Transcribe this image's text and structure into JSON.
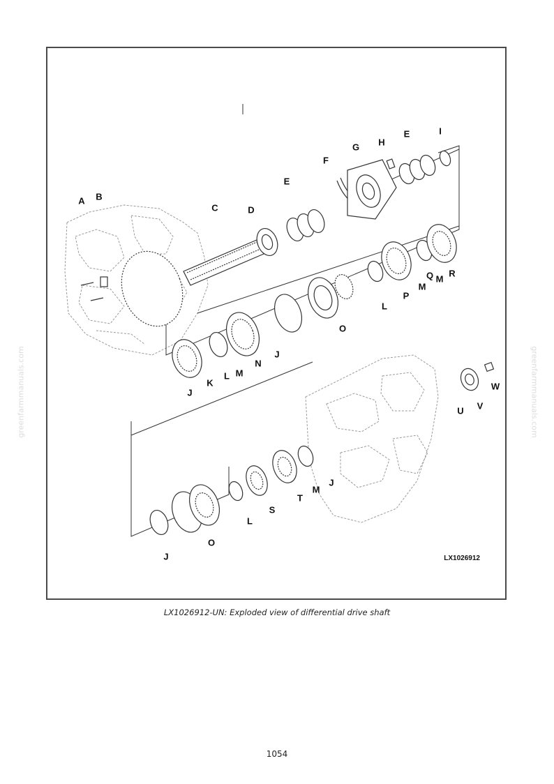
{
  "figure": {
    "code": "LX1026912",
    "caption": "LX1026912-UN: Exploded view of differential drive shaft",
    "callouts": {
      "A": "A",
      "B": "B",
      "C": "C",
      "D": "D",
      "E1": "E",
      "E2": "E",
      "F": "F",
      "G": "G",
      "H": "H",
      "I": "I",
      "J1": "J",
      "K": "K",
      "L1": "L",
      "M1": "M",
      "N": "N",
      "J2": "J",
      "O1": "O",
      "L2": "L",
      "P": "P",
      "M2": "M",
      "Q": "Q",
      "M3": "M",
      "R": "R",
      "U": "U",
      "V": "V",
      "W": "W",
      "J3": "J",
      "M4": "M",
      "T": "T",
      "S": "S",
      "L3": "L",
      "O2": "O",
      "J4": "J"
    }
  },
  "page": {
    "number": "1054"
  },
  "watermark": {
    "text": "greenfarmmanuals.com"
  },
  "colors": {
    "frame": "#4a4a4a",
    "line": "#333333",
    "dashed": "#9a9a9a",
    "watermark": "#dcdcdc"
  }
}
